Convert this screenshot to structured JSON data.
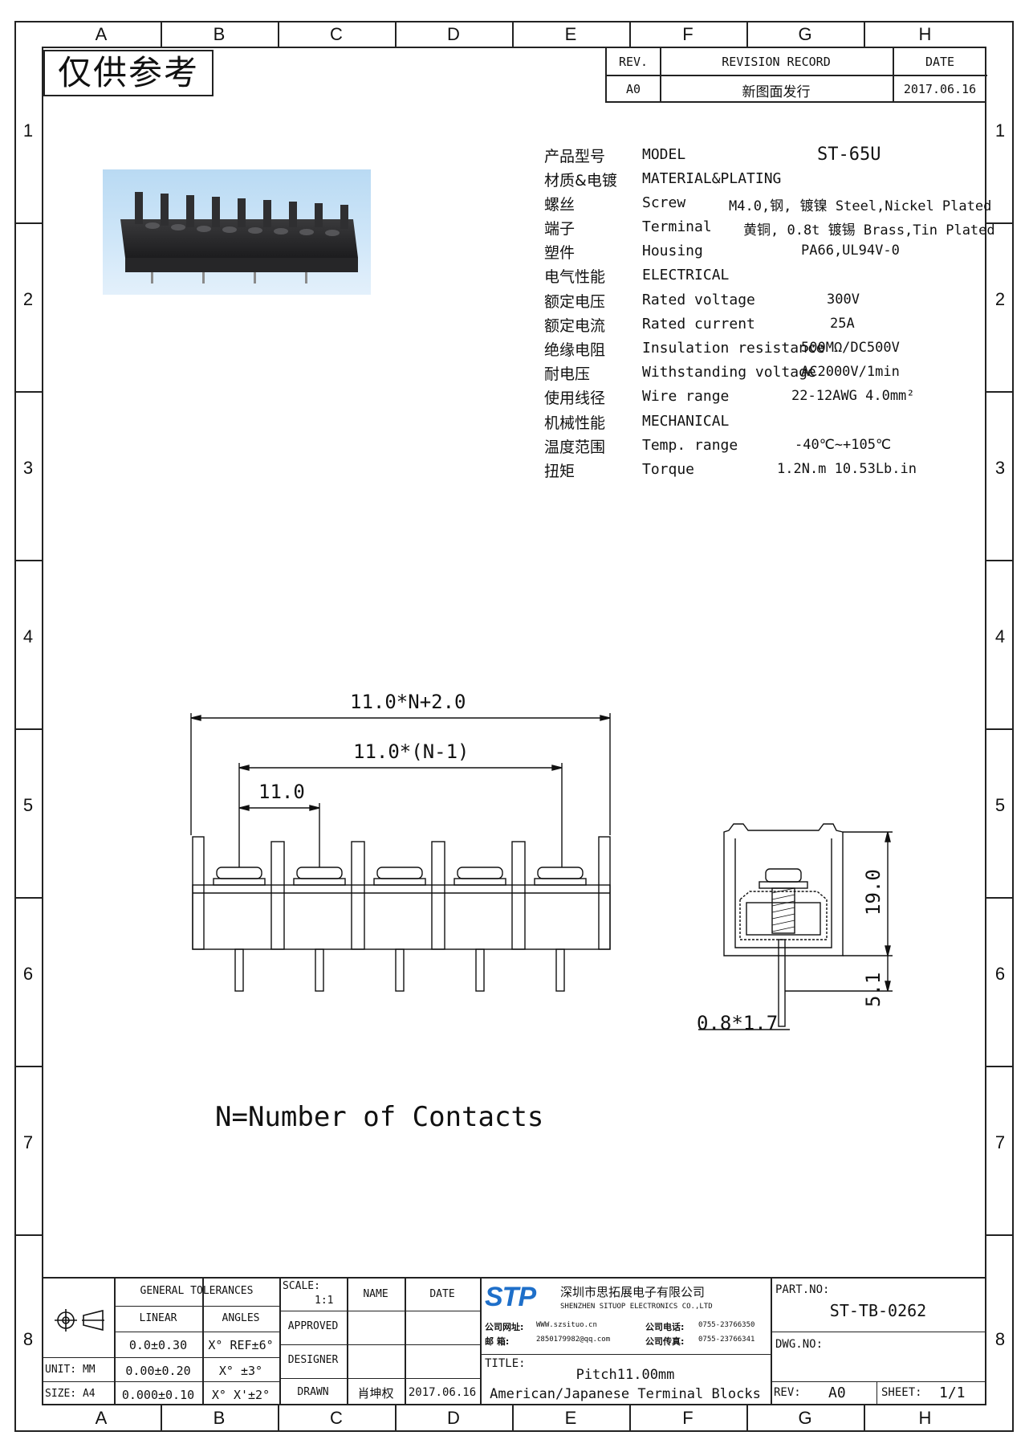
{
  "zones": {
    "columns": [
      "A",
      "B",
      "C",
      "D",
      "E",
      "F",
      "G",
      "H"
    ],
    "rows": [
      "1",
      "2",
      "3",
      "4",
      "5",
      "6",
      "7",
      "8"
    ]
  },
  "stamp": "仅供参考",
  "revision": {
    "headers": {
      "rev": "REV.",
      "record": "REVISION RECORD",
      "date": "DATE"
    },
    "row": {
      "rev": "A0",
      "record": "新图面发行",
      "date": "2017.06.16"
    }
  },
  "specs": [
    {
      "cn": "产品型号",
      "en": "MODEL",
      "value": "ST-65U"
    },
    {
      "cn": "材质&电镀",
      "en": "MATERIAL&PLATING",
      "value": ""
    },
    {
      "cn": "螺丝",
      "en": "Screw",
      "value": "M4.0,钢, 镀镍 Steel,Nickel Plated"
    },
    {
      "cn": "端子",
      "en": "Terminal",
      "value": "黄铜, 0.8t 镀锡 Brass,Tin Plated"
    },
    {
      "cn": "塑件",
      "en": "Housing",
      "value": "PA66,UL94V-0"
    },
    {
      "cn": "电气性能",
      "en": "ELECTRICAL",
      "value": ""
    },
    {
      "cn": "额定电压",
      "en": "Rated voltage",
      "value": "300V"
    },
    {
      "cn": "额定电流",
      "en": "Rated current",
      "value": "25A"
    },
    {
      "cn": "绝缘电阻",
      "en": "Insulation resistance",
      "value": "500MΩ/DC500V"
    },
    {
      "cn": "耐电压",
      "en": "Withstanding voltage",
      "value": "AC2000V/1min"
    },
    {
      "cn": "使用线径",
      "en": "Wire range",
      "value": "22-12AWG 4.0mm²"
    },
    {
      "cn": "机械性能",
      "en": "MECHANICAL",
      "value": ""
    },
    {
      "cn": "温度范围",
      "en": "Temp. range",
      "value": "-40℃~+105℃"
    },
    {
      "cn": "扭矩",
      "en": "Torque",
      "value": "1.2N.m  10.53Lb.in"
    }
  ],
  "dimensions": {
    "overall": "11.0*N+2.0",
    "span": "11.0*(N-1)",
    "pitch": "11.0",
    "height": "19.0",
    "pin_length": "5.1",
    "pin_section": "0.8*1.7"
  },
  "note": "N=Number of Contacts",
  "title_block": {
    "general_tolerances": "GENERAL TOLERANCES",
    "linear": "LINEAR",
    "angles": "ANGLES",
    "unit_label": "UNIT: MM",
    "size_label": "SIZE: A4",
    "tol_rows": [
      {
        "linear": "0.0±0.30",
        "angle": "X° REF±6°"
      },
      {
        "linear": "0.00±0.20",
        "angle": "X° ±3°"
      },
      {
        "linear": "0.000±0.10",
        "angle": "X° X'±2°"
      }
    ],
    "scale_label": "SCALE:",
    "scale_value": "1:1",
    "name_label": "NAME",
    "date_label": "DATE",
    "approved": "APPROVED",
    "designer": "DESIGNER",
    "drawn": "DRAWN",
    "drawn_name": "肖坤权",
    "drawn_date": "2017.06.16",
    "logo_text": "STP",
    "company_cn": "深圳市思拓展电子有限公司",
    "company_en": "SHENZHEN SITUOP ELECTRONICS CO.,LTD",
    "website_label": "公司网址:",
    "website": "WWW.szsituo.cn",
    "email_label": "邮    箱:",
    "email": "2850179982@qq.com",
    "phone_label": "公司电话:",
    "phone": "0755-23766350",
    "fax_label": "公司传真:",
    "fax": "0755-23766341",
    "title_label": "TITLE:",
    "title_line1": "Pitch11.00mm",
    "title_line2": "American/Japanese Terminal Blocks",
    "part_label": "PART.NO:",
    "part_no": "ST-TB-0262",
    "dwg_label": "DWG.NO:",
    "rev_label": "REV:",
    "rev_value": "A0",
    "sheet_label": "SHEET:",
    "sheet_value": "1/1"
  }
}
